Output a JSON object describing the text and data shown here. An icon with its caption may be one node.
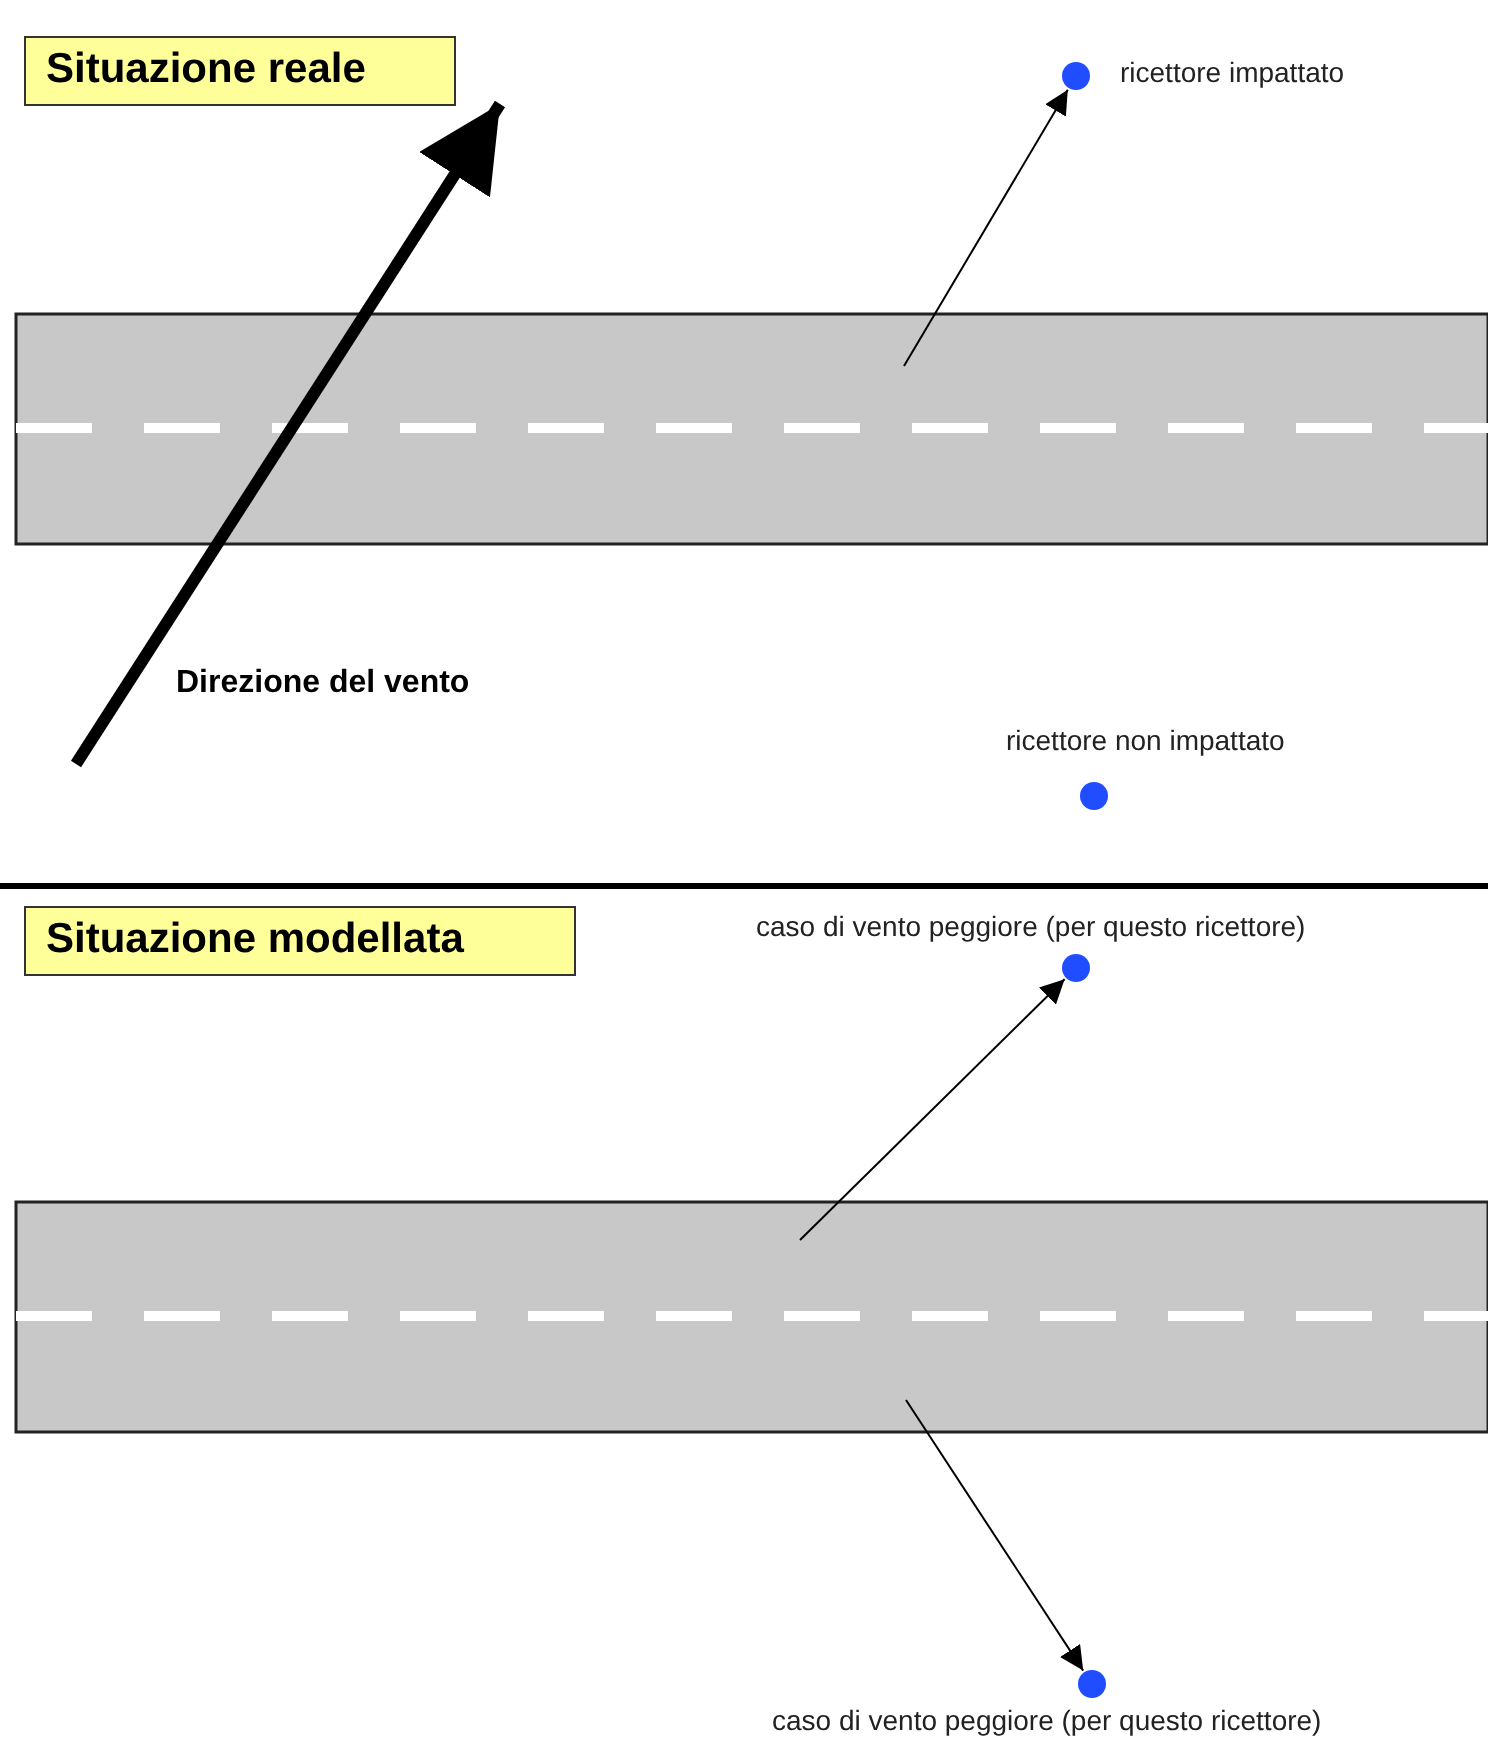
{
  "diagram": {
    "nodes": [
      {
        "text": [
          "Situazione reale"
        ]
      },
      {
        "text": [],
        "shape": "circle",
        "beside": [
          "ricettore impattato"
        ]
      },
      {
        "text": [],
        "shape": "circle",
        "beside": [
          "ricettore non impattato"
        ]
      },
      {
        "text": [
          "Situazione modellata"
        ]
      },
      {
        "text": [],
        "shape": "circle",
        "beside": [
          "caso di vento peggiore (per questo ricettore)"
        ]
      },
      {
        "text": [],
        "shape": "circle",
        "beside": [
          "caso di vento peggiore (per questo ricettore)"
        ]
      }
    ],
    "edges": [
      {
        "from": null,
        "to": 1,
        "arrow": "to"
      },
      {
        "from": null,
        "to": 4,
        "arrow": "to"
      },
      {
        "from": null,
        "to": 5,
        "arrow": "to"
      }
    ],
    "labels": [
      "Direzione del vento"
    ]
  }
}
